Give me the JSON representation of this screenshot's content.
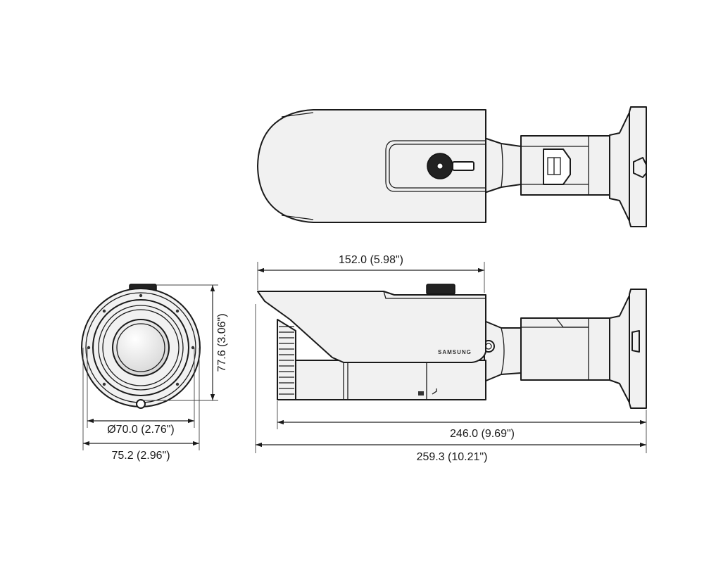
{
  "brand": "SAMSUNG",
  "dimensions": {
    "housing_length": "152.0 (5.98\")",
    "overall_with_bracket": "246.0 (9.69\")",
    "overall_total": "259.3 (10.21\")",
    "front_height": "77.6 (3.06\")",
    "front_diameter": "Ø70.0 (2.76\")",
    "front_width": "75.2 (2.96\")"
  },
  "colors": {
    "body": "#f1f1f1",
    "outline": "#1a1a1a",
    "background": "#ffffff"
  }
}
